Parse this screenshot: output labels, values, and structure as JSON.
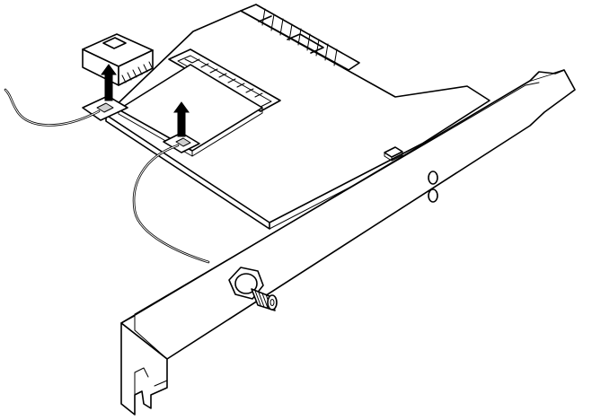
{
  "diagram": {
    "colors": {
      "line": "#000000",
      "fill": "#ffffff",
      "shade": "#cfcfcf"
    },
    "parts": [
      "pcie-card-board",
      "pcie-edge-connector",
      "m2-slot",
      "wireless-module",
      "antenna-connector-1",
      "antenna-connector-2",
      "antenna-cable-1",
      "antenna-cable-2",
      "header-connector",
      "mounting-bracket",
      "sma-antenna-jack",
      "attach-arrow-1",
      "attach-arrow-2"
    ]
  }
}
